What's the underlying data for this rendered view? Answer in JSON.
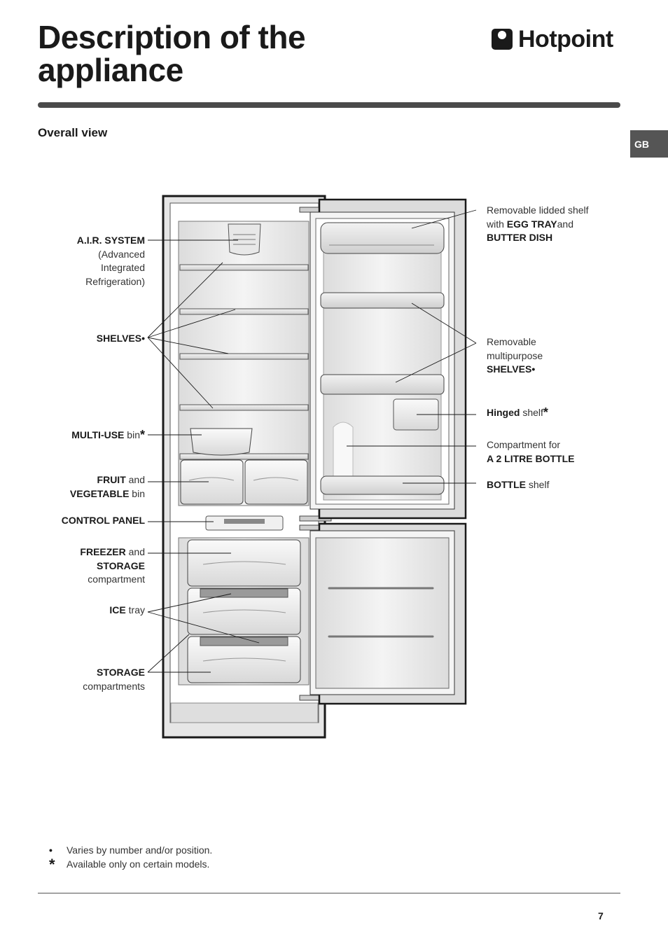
{
  "header": {
    "title": "Description of the appliance",
    "brand": "Hotpoint"
  },
  "section_title": "Overall view",
  "lang_tab": "GB",
  "labels_left": {
    "air_system": {
      "bold": "A.I.R. SYSTEM",
      "line2": "(Advanced",
      "line3": "Integrated",
      "line4": "Refrigeration)"
    },
    "shelves": {
      "bold": "SHELVES•"
    },
    "multi_use": {
      "bold": "MULTI-USE",
      "text": " bin",
      "star": "*"
    },
    "fruit": {
      "bold1": "FRUIT",
      "text1": " and",
      "bold2": "VEGETABLE",
      "text2": " bin"
    },
    "control_panel": {
      "bold": "CONTROL PANEL"
    },
    "freezer": {
      "bold1": "FREEZER",
      "text1": " and",
      "bold2": "STORAGE",
      "line3": "compartment"
    },
    "ice": {
      "bold": "ICE",
      "text": " tray"
    },
    "storage": {
      "bold": "STORAGE",
      "line2": "compartments"
    }
  },
  "labels_right": {
    "lidded": {
      "line1": "Removable lidded shelf",
      "line2a": "with ",
      "line2b": "EGG TRAY",
      "line2c": "and",
      "line3": "BUTTER DISH"
    },
    "multipurpose": {
      "line1": "Removable",
      "line2": "multipurpose",
      "line3": "SHELVES•"
    },
    "hinged": {
      "bold": "Hinged",
      "text": " shelf",
      "star": "*"
    },
    "bottle_comp": {
      "line1": "Compartment for",
      "line2": "A 2 LITRE BOTTLE"
    },
    "bottle_shelf": {
      "bold": "BOTTLE",
      "text": " shelf"
    }
  },
  "notes": {
    "bullet_sym": "•",
    "bullet_text": "Varies by number and/or position.",
    "star_sym": "*",
    "star_text": "Available only on certain models."
  },
  "page_number": "7",
  "colors": {
    "accent": "#4a4a4a",
    "tab": "#555555",
    "line": "#1a1a1a"
  }
}
